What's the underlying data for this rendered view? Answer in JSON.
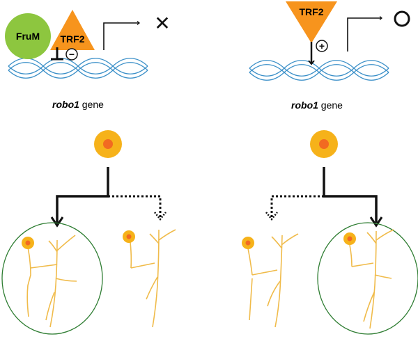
{
  "left_panel": {
    "fru_label": "FruM",
    "trf_label": "TRF2",
    "sign": "−",
    "outcome_symbol": "✕",
    "gene_name": "robo1",
    "gene_suffix": " gene"
  },
  "right_panel": {
    "trf_label": "TRF2",
    "sign": "+",
    "outcome_symbol": "○",
    "gene_name": "robo1",
    "gene_suffix": " gene"
  },
  "colors": {
    "fru_green": "#8dc63f",
    "trf_orange": "#f7941d",
    "dna_blue": "#3a8fc8",
    "cell_outer": "#f6b21a",
    "cell_inner": "#f26a21",
    "neuron": "#f0bb4a",
    "ellipse": "#2e7d32"
  }
}
